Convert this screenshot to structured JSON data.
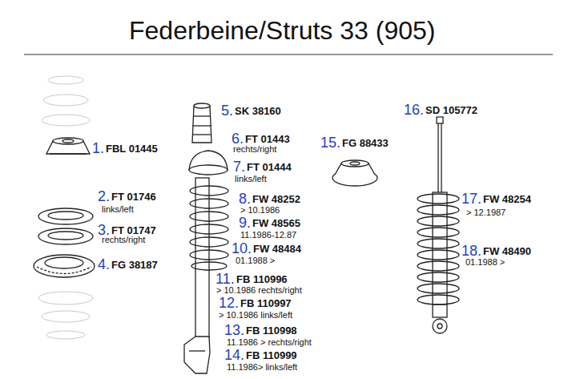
{
  "diagram": {
    "title": "Federbeine/Struts 33 (905)",
    "labels": [
      "1.",
      "FBL 01445",
      "2.",
      "FT 01746",
      "links/left",
      "3.",
      "FT 01747",
      "rechts/right",
      "4.",
      "FG 38187",
      "5.",
      "SK 38160",
      "6.",
      "FT 01443",
      "rechts/right",
      "7.",
      "FT 01444",
      "links/left",
      "8.",
      "FW 48252",
      "> 10.1986",
      "9.",
      "FW 48565",
      "11.1986-12.87",
      "10.",
      "FW 48484",
      "01.1988 >",
      "11.",
      "FB 110996",
      "> 10.1986 rechts/right",
      "12.",
      "FB 110997",
      "> 10.1986 links/left",
      "13.",
      "FB 110998",
      "11.1986 > rechts/right",
      "14.",
      "FB 110999",
      "11.1986> links/left",
      "15.",
      "FG 88433",
      "16.",
      "SD 105772",
      "17.",
      "FW 48254",
      "> 12.1987",
      "18.",
      "FW 48490",
      "01.1988 >"
    ]
  }
}
